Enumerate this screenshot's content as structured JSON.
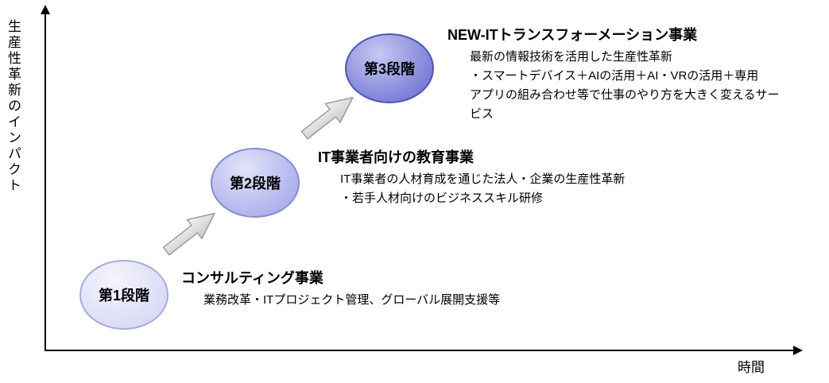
{
  "axes": {
    "y_label": "生産性革新のインパクト",
    "x_label": "時間"
  },
  "stages": [
    {
      "label": "第1段階",
      "fill": "#d9daf6",
      "fill_light": "#f5f5fd",
      "border": "#a7aae2",
      "title": "コンサルティング事業",
      "description_lines": [
        "業務改革・ITプロジェクト管理、グローバル展開支援等"
      ]
    },
    {
      "label": "第2段階",
      "fill": "#aeb1ec",
      "fill_light": "#e2e3fa",
      "border": "#878bd8",
      "title": "IT事業者向けの教育事業",
      "description_lines": [
        "IT事業者の人材育成を通じた法人・企業の生産性革新",
        "・若手人材向けのビジネススキル研修"
      ]
    },
    {
      "label": "第3段階",
      "fill": "#7a7ed6",
      "fill_light": "#c6c8f2",
      "border": "#4f54b8",
      "title": "NEW-ITトランスフォーメーション事業",
      "description_lines": [
        "最新の情報技術を活用した生産性革新",
        "・スマートデバイス＋AIの活用＋AI・VRの活用＋専用",
        "アプリの組み合わせ等で仕事のやり方を大きく変えるサー",
        "ビス"
      ]
    }
  ],
  "arrow": {
    "fill_light": "#f5f5f5",
    "fill_dark": "#c9c9c9",
    "stroke": "#9c9c9c"
  }
}
